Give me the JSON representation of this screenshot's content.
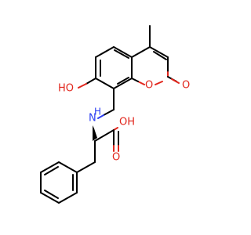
{
  "molecule": {
    "colors": {
      "carbon_bond": "#000000",
      "oxygen": "#e1261c",
      "nitrogen": "#2c3df2",
      "background": "#ffffff"
    },
    "labels": {
      "hydroxyl_phenol": "HO",
      "ring_oxygen": "O",
      "carbonyl_oxygen_lactone": "O",
      "amine": "N",
      "amine_h": "H",
      "acid_hydroxyl": "OH",
      "acid_carbonyl_oxygen": "O"
    }
  }
}
